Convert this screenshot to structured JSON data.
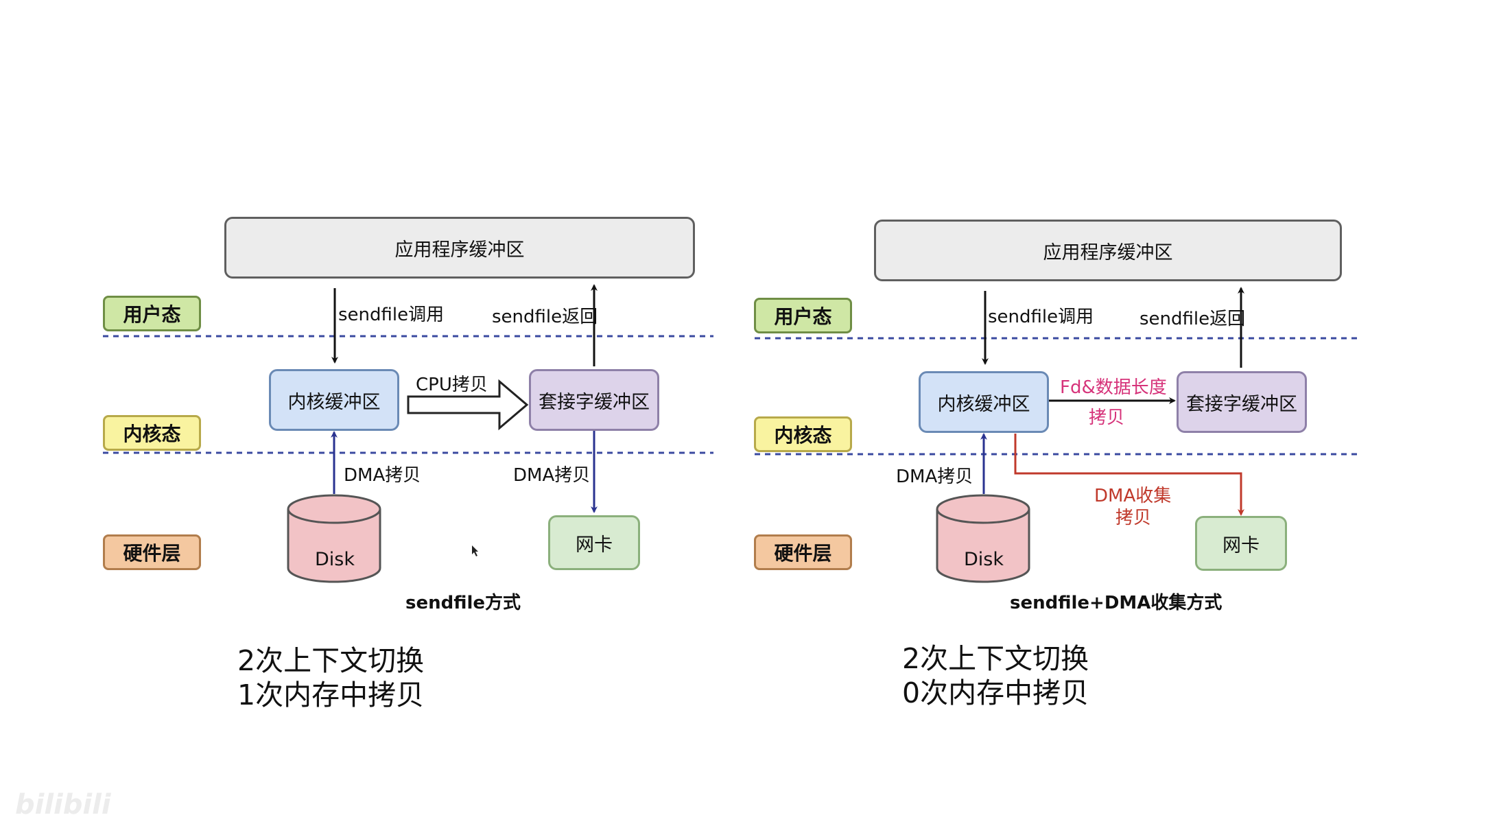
{
  "layers": {
    "user": "用户态",
    "kernel": "内核态",
    "hardware": "硬件层"
  },
  "left": {
    "app_buffer": "应用程序缓冲区",
    "sendfile_call": "sendfile调用",
    "sendfile_return": "sendfile返回",
    "kernel_buffer": "内核缓冲区",
    "socket_buffer": "套接字缓冲区",
    "cpu_copy": "CPU拷贝",
    "dma_copy_in": "DMA拷贝",
    "dma_copy_out": "DMA拷贝",
    "disk": "Disk",
    "nic": "网卡",
    "caption": "sendfile方式",
    "summary_line1": "2次上下文切换",
    "summary_line2": "1次内存中拷贝"
  },
  "right": {
    "app_buffer": "应用程序缓冲区",
    "sendfile_call": "sendfile调用",
    "sendfile_return": "sendfile返回",
    "kernel_buffer": "内核缓冲区",
    "socket_buffer": "套接字缓冲区",
    "fd_copy_line1": "Fd&数据长度",
    "fd_copy_line2": "拷贝",
    "dma_copy_in": "DMA拷贝",
    "dma_gather_line1": "DMA收集",
    "dma_gather_line2": "拷贝",
    "disk": "Disk",
    "nic": "网卡",
    "caption": "sendfile+DMA收集方式",
    "summary_line1": "2次上下文切换",
    "summary_line2": "0次内存中拷贝"
  },
  "watermark": "bilibili",
  "colors": {
    "dashed_line": "#3a4aa0",
    "dma_arrow": "#2a3390",
    "gather_arrow": "#c0392b",
    "fd_label": "#d6337a",
    "gather_label": "#c0392b"
  }
}
